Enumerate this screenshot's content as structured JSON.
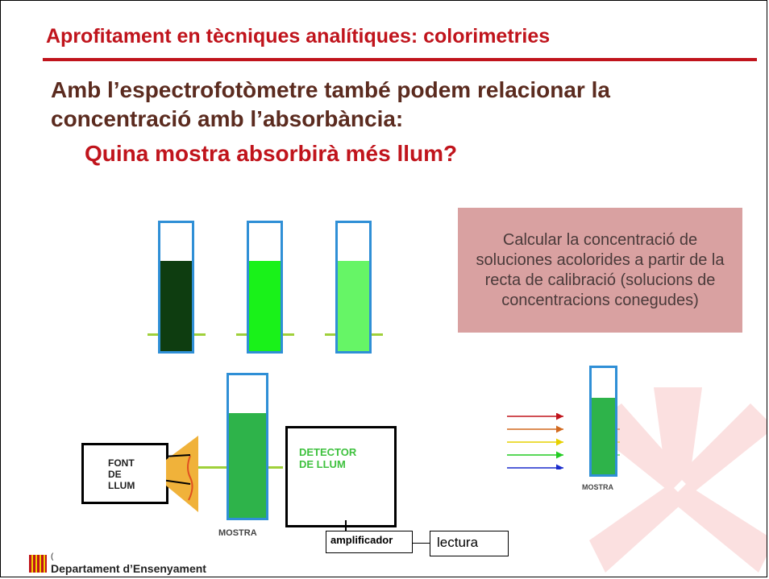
{
  "slide": {
    "title": "Aprofitament en tècniques analítiques: colorimetries",
    "subtitle": "Amb l’espectrofotòmetre també podem relacionar la concentració amb l’absorbància:",
    "question": "Quina mostra absorbirà més llum?",
    "info_box": "Calcular la concentració de soluciones acolorides a partir de la recta de calibració (solucions de concentracions conegudes)"
  },
  "diagram": {
    "light_source_label": "FONT DE LLUM",
    "detector_label": "DETECTOR DE LLUM",
    "sample_label": "MOSTRA",
    "sample_label_right": "MOSTRA",
    "amplifier_label": "amplificador",
    "reading_label": "lectura"
  },
  "tubes": [
    {
      "fill_color": "#0e3d10",
      "fill_level": 0.71
    },
    {
      "fill_color": "#19f219",
      "fill_level": 0.71
    },
    {
      "fill_color": "#66f566",
      "fill_level": 0.71
    }
  ],
  "colors": {
    "accent": "#c0141c",
    "subtitle": "#5b2b1f",
    "tube_border": "#2f8fd6",
    "beam": "#9fd03a",
    "sample_fill": "#2eb34a",
    "info_box_bg": "#d9a1a1"
  },
  "arrows": [
    "#c0141c",
    "#d2691e",
    "#e6d000",
    "#22cc22",
    "#1a2ccc"
  ],
  "footer": {
    "small_text": "(",
    "department": "Departament d’Ensenyament",
    "logo_icon": "generalitat-logo-icon"
  }
}
